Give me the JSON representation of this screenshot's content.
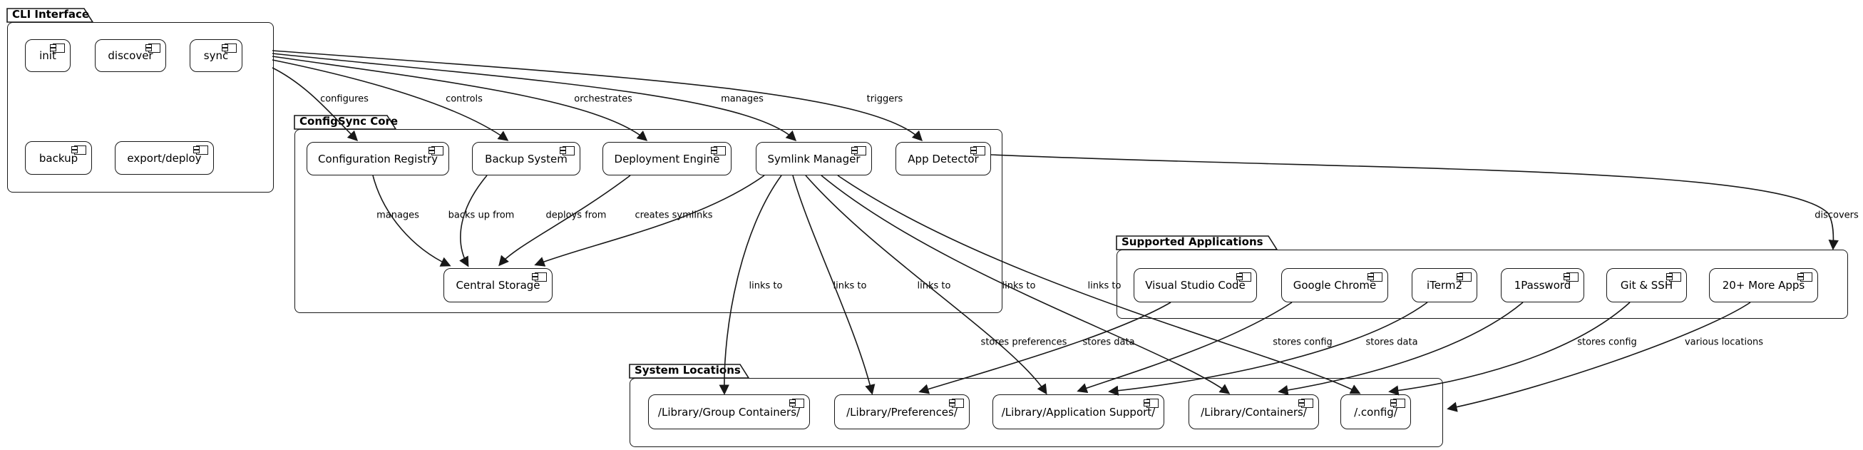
{
  "colors": {
    "border": "#181818",
    "background": "#ffffff",
    "text": "#000000"
  },
  "packages": [
    {
      "name": "CLI Interface",
      "components": [
        {
          "label": "init"
        },
        {
          "label": "discover"
        },
        {
          "label": "sync"
        },
        {
          "label": "backup"
        },
        {
          "label": "export/deploy"
        }
      ]
    },
    {
      "name": "ConfigSync Core",
      "components": [
        {
          "label": "Configuration Registry"
        },
        {
          "label": "Backup System"
        },
        {
          "label": "Deployment Engine"
        },
        {
          "label": "Symlink Manager"
        },
        {
          "label": "App Detector"
        },
        {
          "label": "Central Storage"
        }
      ]
    },
    {
      "name": "Supported Applications",
      "components": [
        {
          "label": "Visual Studio Code"
        },
        {
          "label": "Google Chrome"
        },
        {
          "label": "iTerm2"
        },
        {
          "label": "1Password"
        },
        {
          "label": "Git & SSH"
        },
        {
          "label": "20+ More Apps"
        }
      ]
    },
    {
      "name": "System Locations",
      "components": [
        {
          "label": "/Library/Group Containers/"
        },
        {
          "label": "/Library/Preferences/"
        },
        {
          "label": "/Library/Application Support/"
        },
        {
          "label": "/Library/Containers/"
        },
        {
          "label": "/.config/"
        }
      ]
    }
  ],
  "edges": [
    {
      "from": "CLI Interface",
      "to": "Configuration Registry",
      "label": "configures"
    },
    {
      "from": "CLI Interface",
      "to": "Backup System",
      "label": "controls"
    },
    {
      "from": "CLI Interface",
      "to": "Deployment Engine",
      "label": "orchestrates"
    },
    {
      "from": "CLI Interface",
      "to": "Symlink Manager",
      "label": "manages"
    },
    {
      "from": "CLI Interface",
      "to": "App Detector",
      "label": "triggers"
    },
    {
      "from": "Configuration Registry",
      "to": "Central Storage",
      "label": "manages"
    },
    {
      "from": "Backup System",
      "to": "Central Storage",
      "label": "backs up from"
    },
    {
      "from": "Deployment Engine",
      "to": "Central Storage",
      "label": "deploys from"
    },
    {
      "from": "Symlink Manager",
      "to": "Central Storage",
      "label": "creates symlinks"
    },
    {
      "from": "Symlink Manager",
      "to": "/Library/Group Containers/",
      "label": "links to"
    },
    {
      "from": "Symlink Manager",
      "to": "/Library/Preferences/",
      "label": "links to"
    },
    {
      "from": "Symlink Manager",
      "to": "/Library/Application Support/",
      "label": "links to"
    },
    {
      "from": "Symlink Manager",
      "to": "/Library/Containers/",
      "label": "links to"
    },
    {
      "from": "Symlink Manager",
      "to": "/.config/",
      "label": "links to"
    },
    {
      "from": "App Detector",
      "to": "Supported Applications",
      "label": "discovers"
    },
    {
      "from": "Visual Studio Code",
      "to": "/Library/Preferences/",
      "label": "stores preferences"
    },
    {
      "from": "Google Chrome",
      "to": "/Library/Application Support/",
      "label": "stores data"
    },
    {
      "from": "iTerm2",
      "to": "/Library/Application Support/",
      "label": "stores config"
    },
    {
      "from": "1Password",
      "to": "/Library/Containers/",
      "label": "stores data"
    },
    {
      "from": "Git & SSH",
      "to": "/.config/",
      "label": "stores config"
    },
    {
      "from": "20+ More Apps",
      "to": "System Locations",
      "label": "various locations"
    }
  ]
}
